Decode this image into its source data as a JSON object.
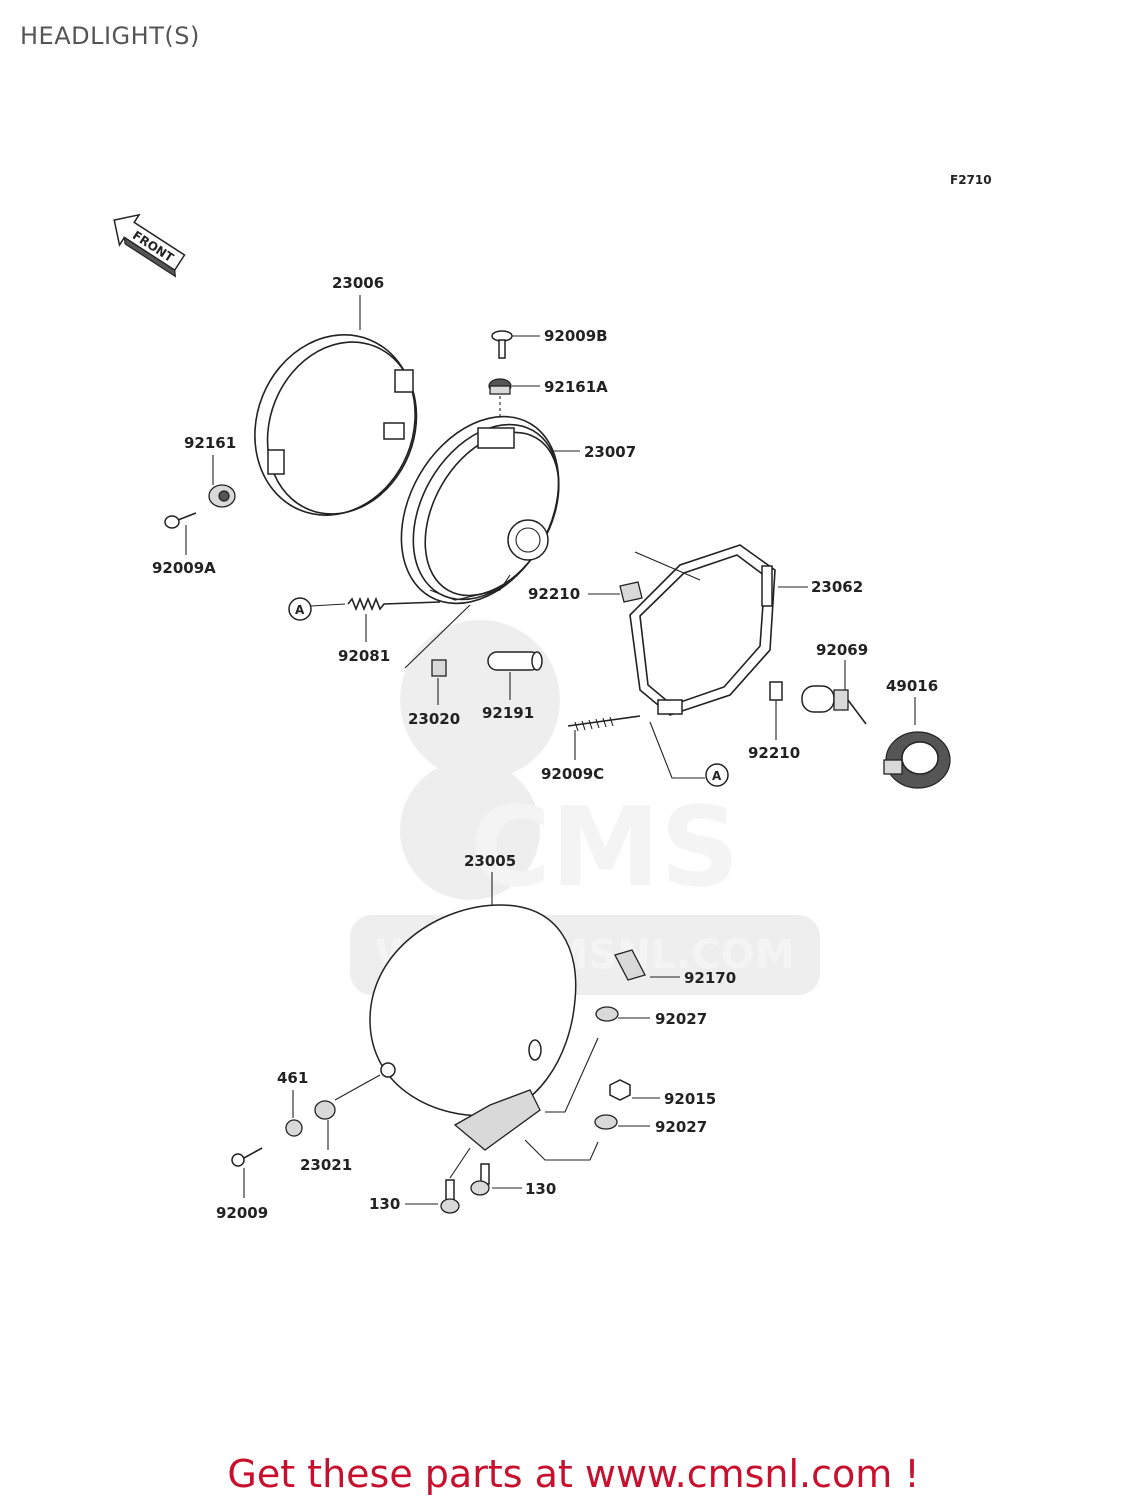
{
  "page": {
    "title": "HEADLIGHT(S)"
  },
  "figure": {
    "code": "F2710"
  },
  "direction_marker": {
    "text": "FRONT"
  },
  "watermark": {
    "brand": "CMS",
    "url": "WWW.CMSNL.COM"
  },
  "callouts": {
    "ref_a_1": "A",
    "ref_a_2": "A"
  },
  "parts": {
    "p23006": "23006",
    "p92009B": "92009B",
    "p92161A": "92161A",
    "p23007": "23007",
    "p92161": "92161",
    "p92009A": "92009A",
    "p92210_a": "92210",
    "p23062": "23062",
    "p92081": "92081",
    "p23020": "23020",
    "p92191": "92191",
    "p92069": "92069",
    "p49016": "49016",
    "p92210_b": "92210",
    "p92009C": "92009C",
    "p23005": "23005",
    "p92170": "92170",
    "p92027_a": "92027",
    "p461": "461",
    "p92015": "92015",
    "p92027_b": "92027",
    "p23021": "23021",
    "p130_a": "130",
    "p130_b": "130",
    "p92009": "92009"
  },
  "footer": {
    "text": "Get these parts at www.cmsnl.com !"
  },
  "colors": {
    "footer_text": "#c8102e",
    "line_art": "#222222",
    "title_text": "#555555"
  }
}
